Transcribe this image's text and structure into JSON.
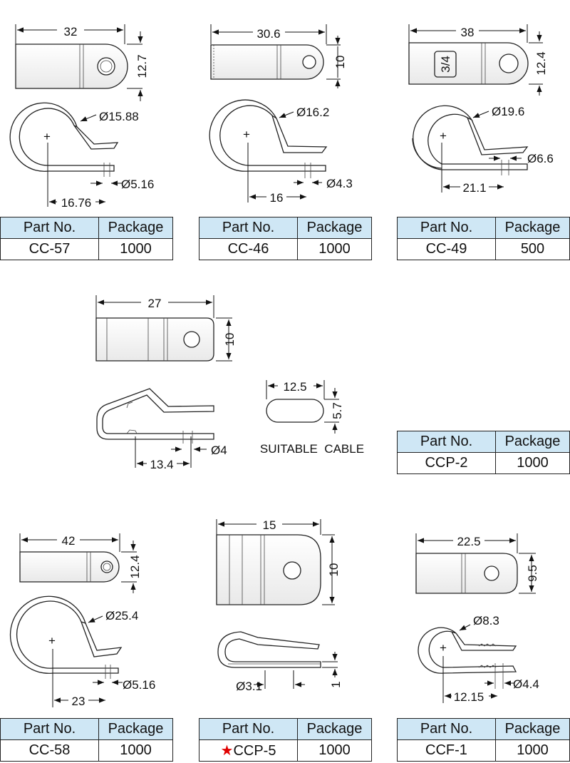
{
  "table_headers": {
    "part": "Part No.",
    "package": "Package"
  },
  "parts": [
    {
      "part_no": "CC-57",
      "package": "1000",
      "dims": {
        "length": "32",
        "height": "12.7",
        "clamp_dia": "Ø15.88",
        "hole_dia": "Ø5.16",
        "center": "16.76"
      }
    },
    {
      "part_no": "CC-46",
      "package": "1000",
      "dims": {
        "length": "30.6",
        "height": "10",
        "clamp_dia": "Ø16.2",
        "hole_dia": "Ø4.3",
        "center": "16"
      }
    },
    {
      "part_no": "CC-49",
      "package": "500",
      "dims": {
        "length": "38",
        "height": "12.4",
        "label": "3/4",
        "clamp_dia": "Ø19.6",
        "hole_dia": "Ø6.6",
        "center": "21.1"
      }
    },
    {
      "part_no": "CCP-2",
      "package": "1000",
      "dims": {
        "length": "27",
        "height": "10",
        "hole_dia": "Ø4",
        "center": "13.4"
      },
      "cable": {
        "width": "12.5",
        "height": "5.7",
        "label": "SUITABLE  CABLE"
      }
    },
    {
      "part_no": "CC-58",
      "package": "1000",
      "dims": {
        "length": "42",
        "height": "12.4",
        "clamp_dia": "Ø25.4",
        "hole_dia": "Ø5.16",
        "center": "23"
      }
    },
    {
      "part_no": "CCP-5",
      "package": "1000",
      "star": "★",
      "dims": {
        "length": "15",
        "height": "10",
        "clamp_dia": "Ø3.1",
        "thickness": "1"
      }
    },
    {
      "part_no": "CCF-1",
      "package": "1000",
      "dims": {
        "length": "22.5",
        "height": "9.5",
        "clamp_dia": "Ø8.3",
        "hole_dia": "Ø4.4",
        "center": "12.15"
      }
    }
  ],
  "colors": {
    "header_bg": "#cfe7f5",
    "star": "#e00000",
    "line": "#222222"
  }
}
